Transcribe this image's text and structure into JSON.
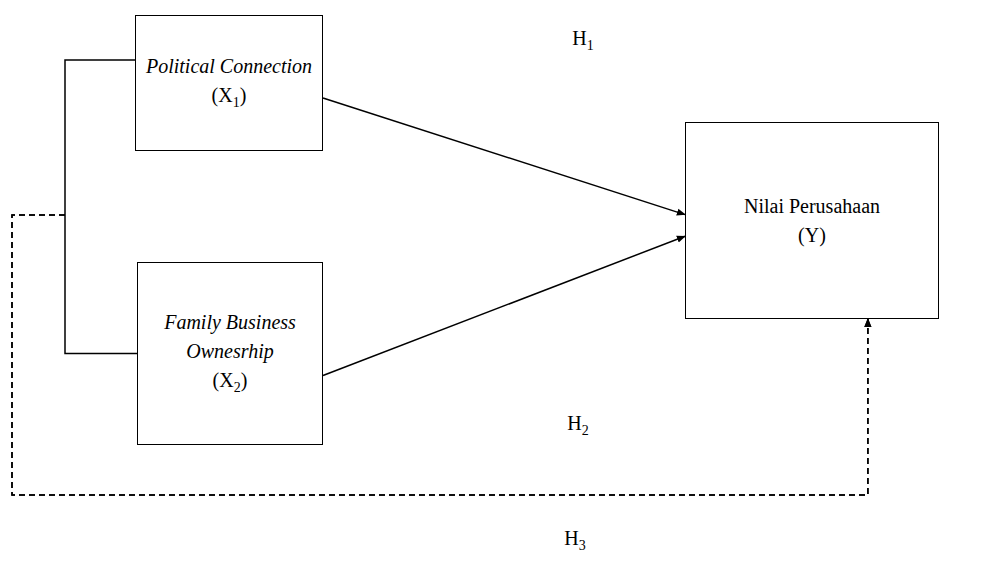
{
  "diagram": {
    "nodes": [
      {
        "text": [
          "Political Connection",
          "(X1)"
        ]
      },
      {
        "text": [
          "Family Business Ownesrhip",
          "(X2)"
        ]
      },
      {
        "text": [
          "Nilai Perusahaan",
          "(Y)"
        ]
      }
    ],
    "edges": [
      {
        "from": 0,
        "to": 2,
        "arrow": "to",
        "label": "H1"
      },
      {
        "from": 1,
        "to": 2,
        "arrow": "to",
        "label": "H2"
      },
      {
        "from": 0,
        "to": 2,
        "arrow": "to",
        "label": "H3"
      },
      {
        "from": 1,
        "to": 2,
        "arrow": "to"
      }
    ]
  }
}
